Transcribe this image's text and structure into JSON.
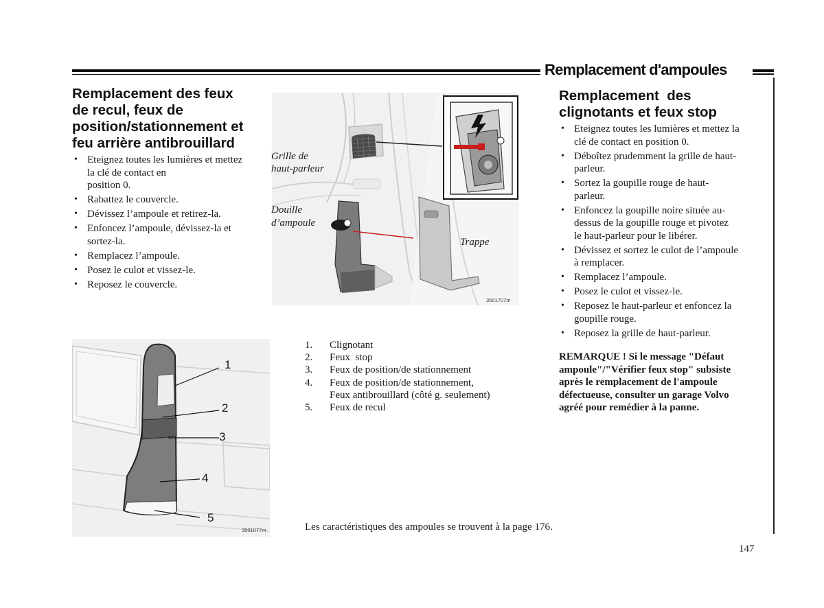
{
  "header": {
    "section_title": "Remplacement d'ampoules"
  },
  "left": {
    "heading_lines": [
      "Remplacement des feux",
      "de recul, feux de",
      "position/stationnement et",
      "feu arrière antibrouillard"
    ],
    "steps": [
      [
        "Eteignez toutes les lumières et mettez",
        "la clé de contact en",
        "position 0."
      ],
      [
        "Rabattez le couvercle."
      ],
      [
        "Dévissez l’ampoule et retirez-la."
      ],
      [
        "Enfoncez l’ampoule, dévissez-la et",
        "sortez-la."
      ],
      [
        "Remplacez l’ampoule."
      ],
      [
        "Posez le culot et vissez-le."
      ],
      [
        "Reposez le couvercle."
      ]
    ]
  },
  "figure_top": {
    "label_grille": [
      "Grille de",
      "haut-parleur"
    ],
    "label_douille": [
      "Douille",
      "d’ampoule"
    ],
    "label_trappe": "Trappe",
    "code": "3501707m"
  },
  "figure_bottom": {
    "callouts": [
      "1",
      "2",
      "3",
      "4",
      "5"
    ],
    "code": "3501077m"
  },
  "legend": [
    {
      "num": "1.",
      "lines": [
        "Clignotant"
      ]
    },
    {
      "num": "2.",
      "lines": [
        "Feux  stop"
      ]
    },
    {
      "num": "3.",
      "lines": [
        "Feux de position/de stationnement"
      ]
    },
    {
      "num": "4.",
      "lines": [
        "Feux de position/de stationnement,",
        "Feux antibrouillard (côté g. seulement)"
      ]
    },
    {
      "num": "5.",
      "lines": [
        "Feux de recul"
      ]
    }
  ],
  "right": {
    "heading_lines": [
      "Remplacement  des",
      "clignotants et feux stop"
    ],
    "steps": [
      [
        "Eteignez toutes les lumières et mettez la",
        "clé de contact en position 0."
      ],
      [
        "Déboîtez prudemment la grille de haut-",
        "parleur."
      ],
      [
        "Sortez la goupille rouge de haut-",
        "parleur."
      ],
      [
        "Enfoncez la goupille noire située au-",
        "dessus de la goupille rouge et pivotez",
        "le haut-parleur pour le libérer."
      ],
      [
        "Dévissez et sortez le culot de l’ampoule",
        "à remplacer."
      ],
      [
        "Remplacez l’ampoule."
      ],
      [
        "Posez le culot et vissez-le."
      ],
      [
        "Reposez le haut-parleur et enfoncez la",
        "goupille rouge."
      ],
      [
        "Reposez la grille de haut-parleur."
      ]
    ],
    "note_lines": [
      "REMARQUE ! Si le message \"Défaut",
      "ampoule\"/\"Vérifier feux stop\" subsiste",
      "après le remplacement de l'ampoule",
      "défectueuse, consulter un garage Volvo",
      "agréé pour remédier à la panne."
    ]
  },
  "footnote": "Les caractéristiques des ampoules se trouvent à la page 176.",
  "page_number": "147",
  "colors": {
    "accent_red": "#c81e1e",
    "figure_bg": "#f0f0f0",
    "lamp_dark": "#7b7b7b"
  }
}
